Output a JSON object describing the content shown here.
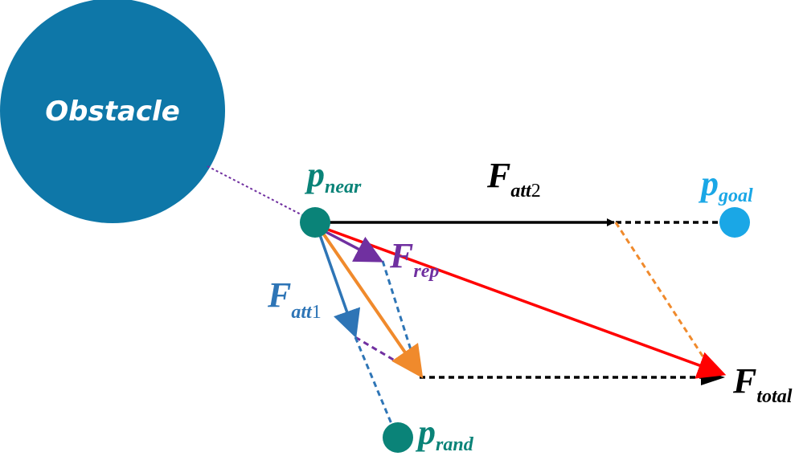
{
  "obstacle": {
    "label": "Obstacle"
  },
  "labels": {
    "p_near": {
      "main": "p",
      "sub": "near"
    },
    "p_goal": {
      "main": "p",
      "sub": "goal"
    },
    "p_rand": {
      "main": "p",
      "sub": "rand"
    },
    "F_att2": {
      "main": "F",
      "sub": "att",
      "num": "2"
    },
    "F_att1": {
      "main": "F",
      "sub": "att",
      "num": "1"
    },
    "F_rep": {
      "main": "F",
      "sub": "rep"
    },
    "F_total": {
      "main": "F",
      "sub": "total"
    }
  },
  "colors": {
    "obstacle": "#0e77a8",
    "teal": "#0a8378",
    "goal": "#1aa7e6",
    "black": "#000000",
    "red": "#ff0000",
    "orange": "#f08a2c",
    "purple": "#7030a0",
    "blue": "#2e75b6"
  }
}
